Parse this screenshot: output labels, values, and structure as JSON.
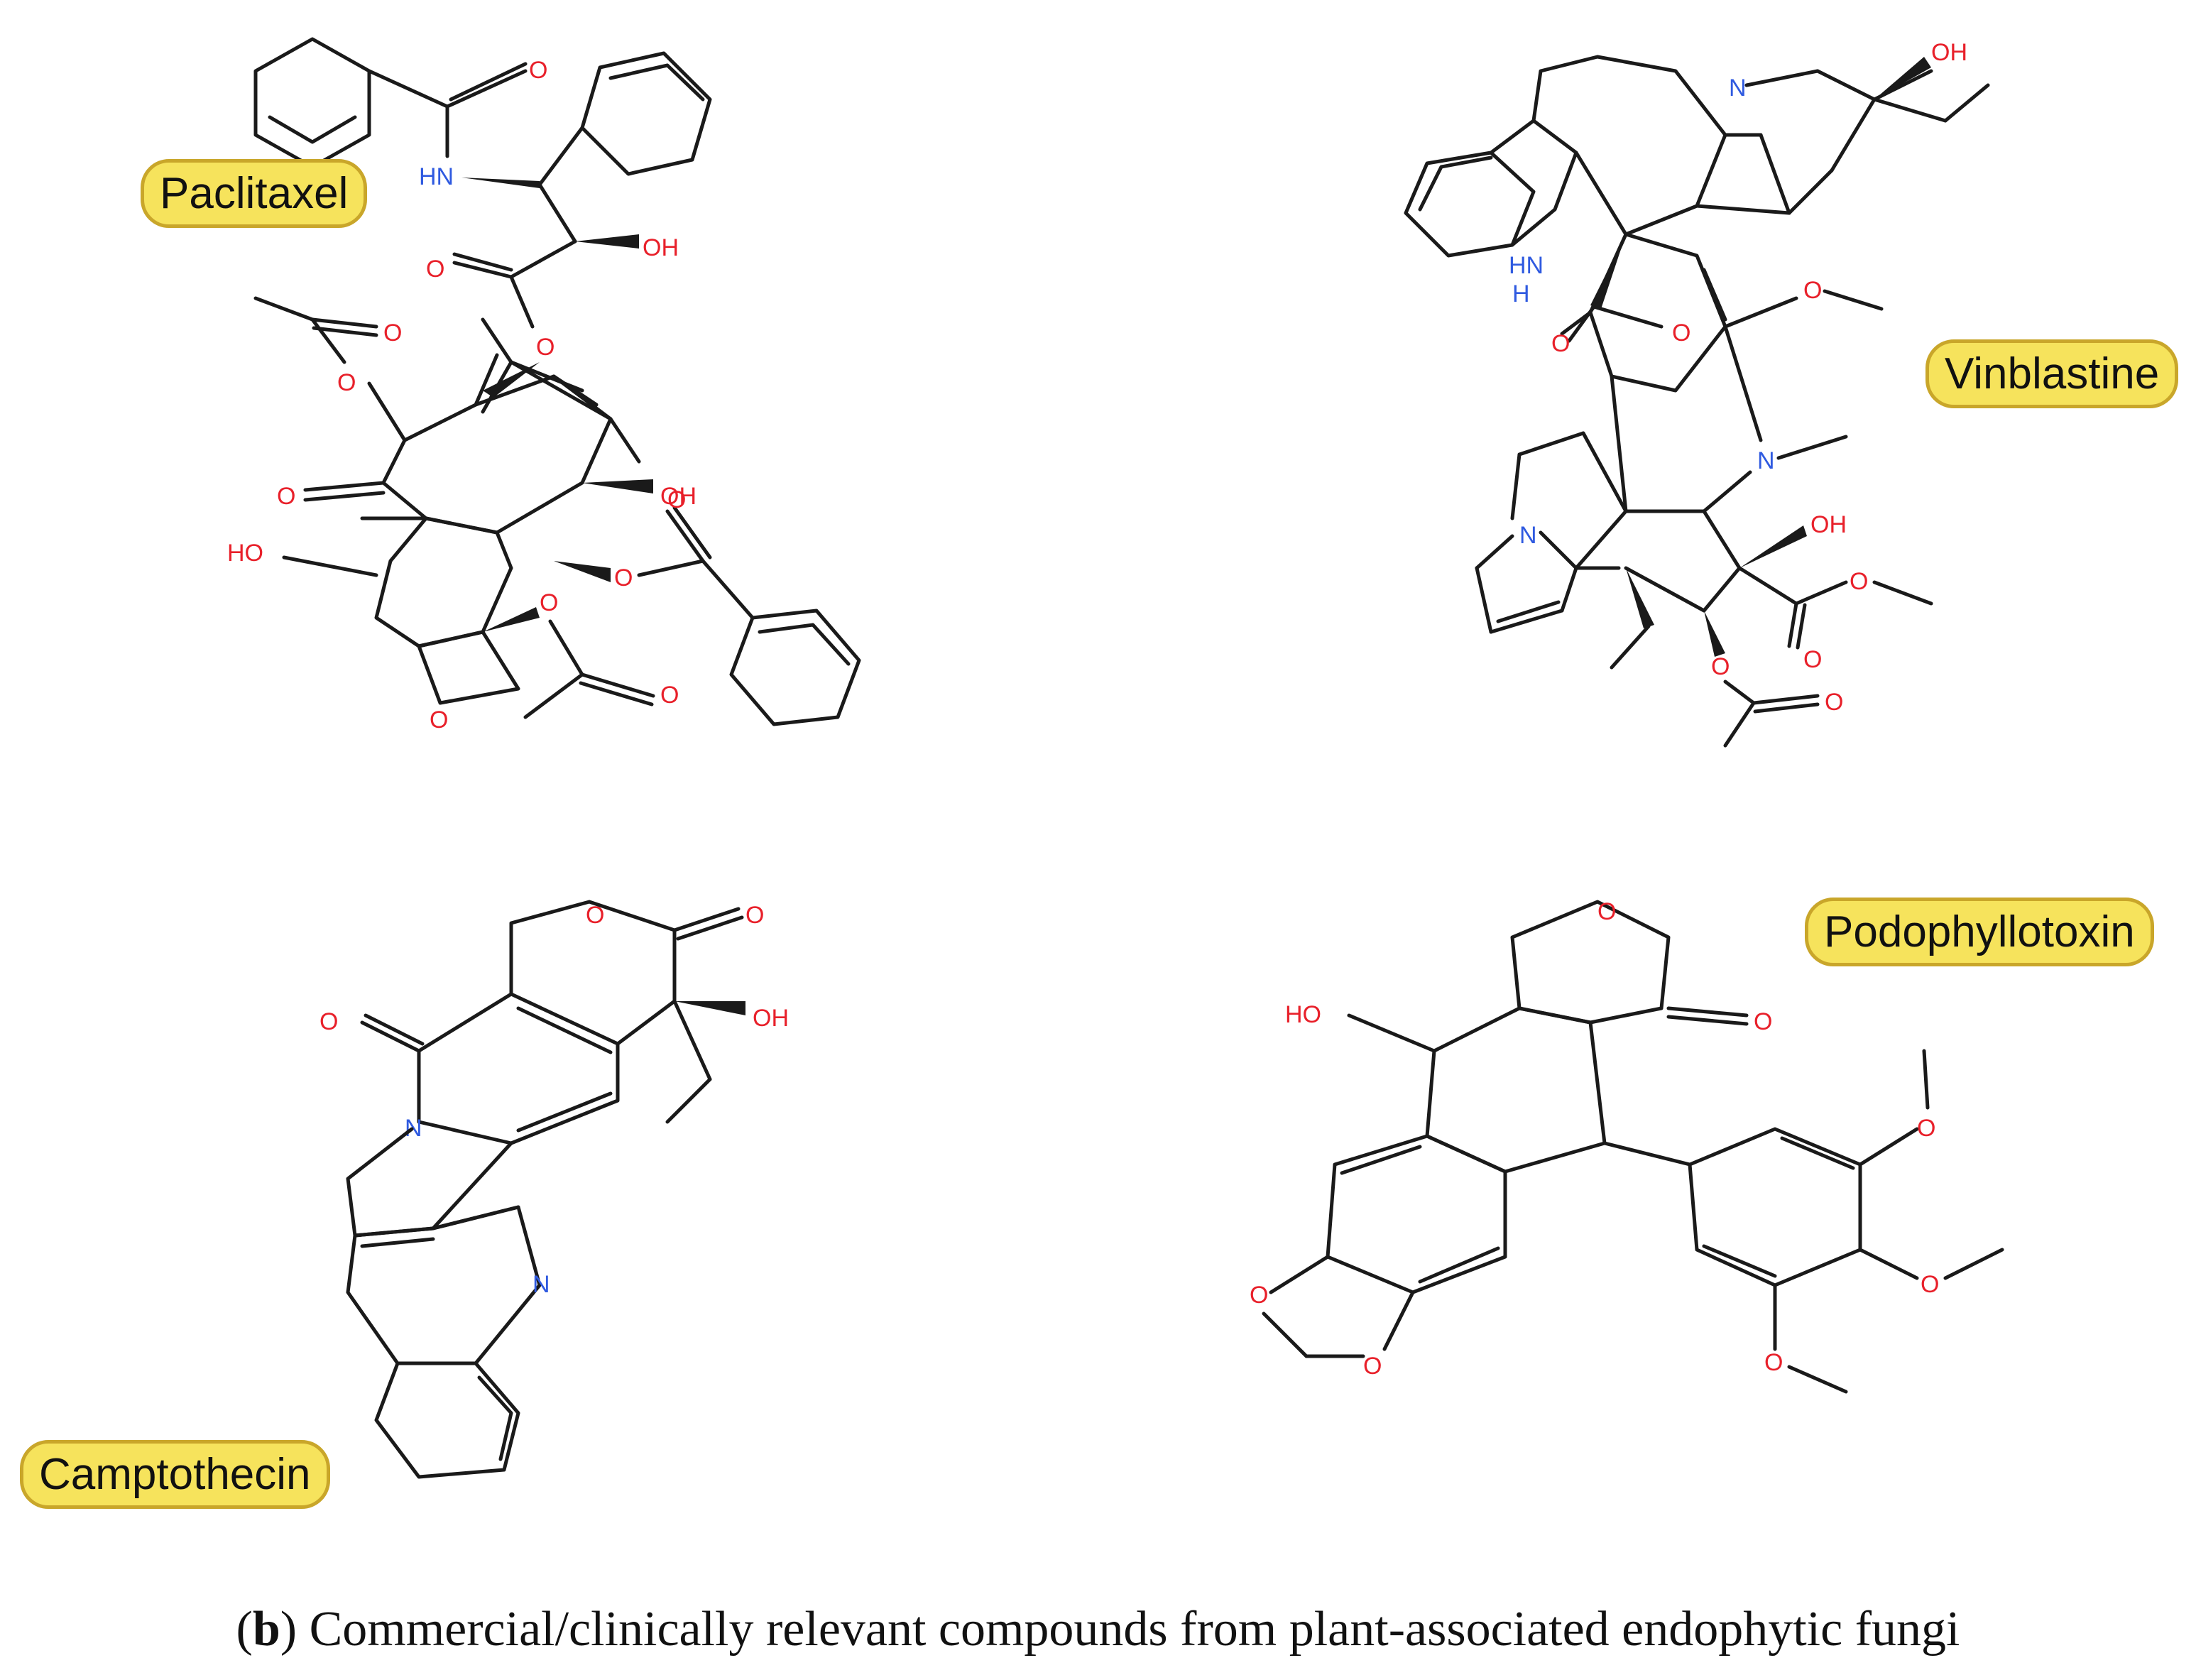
{
  "compounds": [
    {
      "name": "Paclitaxel"
    },
    {
      "name": "Vinblastine"
    },
    {
      "name": "Camptothecin"
    },
    {
      "name": "Podophyllotoxin"
    }
  ],
  "atom_labels": {
    "o": "O",
    "oh": "OH",
    "ho": "HO",
    "n": "N",
    "nh": "HN",
    "h": "H"
  },
  "caption": {
    "part": "b",
    "text": "Commercial/clinically relevant compounds from plant-associated endophytic fungi"
  },
  "colors": {
    "pill_fill": "#f6e35c",
    "pill_border": "#c9a62a",
    "oxygen": "#e8202a",
    "nitrogen": "#2f5ae0",
    "bond": "#1a1a1a"
  }
}
